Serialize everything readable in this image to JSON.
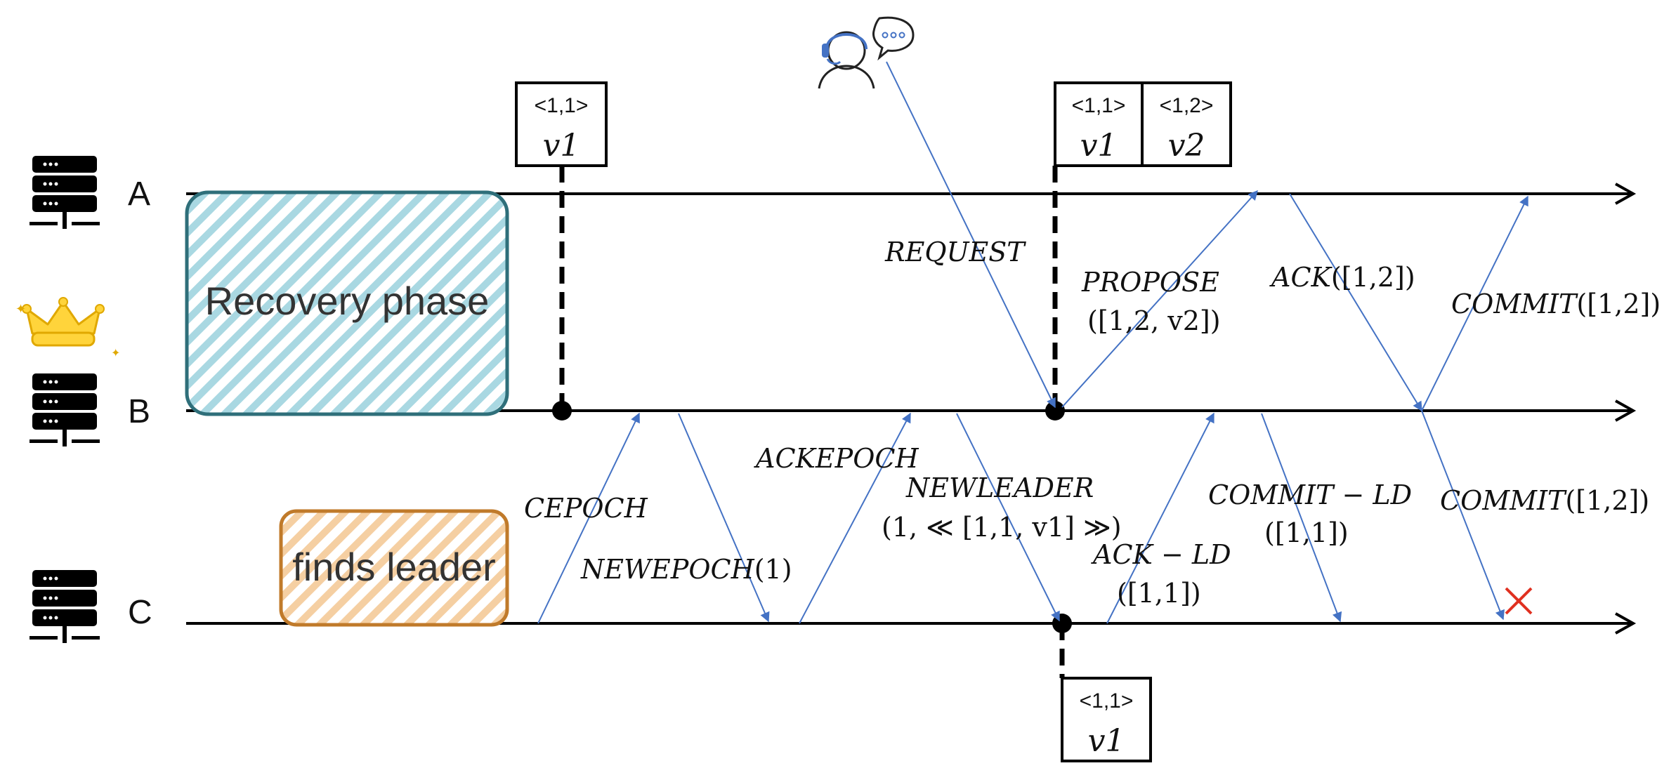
{
  "nodes": {
    "a": {
      "name": "A"
    },
    "b": {
      "name": "B"
    },
    "c": {
      "name": "C"
    }
  },
  "phases": {
    "recovery": "Recovery phase",
    "finds_leader": "finds leader"
  },
  "log_boxes": {
    "box1": {
      "zxid": "<1,1>",
      "value": "v1"
    },
    "box2a": {
      "zxid": "<1,1>",
      "value": "v1"
    },
    "box2b": {
      "zxid": "<1,2>",
      "value": "v2"
    },
    "box3": {
      "zxid": "<1,1>",
      "value": "v1"
    }
  },
  "messages": {
    "cepoch": {
      "name": "CEPOCH"
    },
    "newepoch": {
      "name": "NEWEPOCH",
      "arg": "(1)"
    },
    "ackepoch": {
      "name": "ACKEPOCH"
    },
    "newleader": {
      "name": "NEWLEADER",
      "arg": "(1, ≪ [1,1, v1] ≫)"
    },
    "request": {
      "name": "REQUEST"
    },
    "propose": {
      "name": "PROPOSE",
      "arg": "([1,2, v2])"
    },
    "ack_ld": {
      "name": "ACK − LD",
      "arg": "([1,1])"
    },
    "commit_ld": {
      "name": "COMMIT − LD",
      "arg": "([1,1])"
    },
    "ack": {
      "name": "ACK",
      "arg": "([1,2])"
    },
    "commit_a": {
      "name": "COMMIT",
      "arg": "([1,2])"
    },
    "commit_c": {
      "name": "COMMIT",
      "arg": "([1,2])"
    }
  },
  "icons": [
    "server-icon",
    "crown-icon",
    "client-icon",
    "cross-icon"
  ],
  "colors": {
    "arrow": "#4472c4",
    "timeline": "#000000",
    "recovery_fill": "#8fc9d6",
    "recovery_border": "#2f6f7a",
    "leader_fill": "#f2c28c",
    "leader_border": "#c07a2a",
    "crown": "#ffd43b",
    "cross": "#e03020"
  }
}
